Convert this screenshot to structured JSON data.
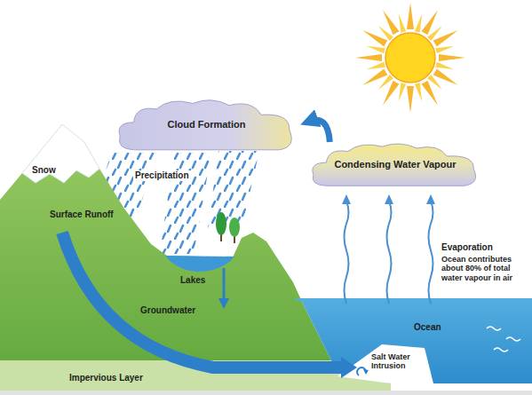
{
  "diagram": {
    "nodes": [
      {
        "text": [
          "Cloud Formation"
        ]
      },
      {
        "text": [
          "Condensing Water Vapour"
        ]
      }
    ],
    "edges": [
      {
        "from": 1,
        "to": 0,
        "arrow": "to"
      }
    ],
    "labels": [
      "Snow",
      "Precipitation",
      "Surface Runoff",
      "Lakes",
      "Groundwater",
      "Impervious Layer",
      "Salt Water Intrusion",
      "Ocean",
      "Evaporation",
      "Ocean contributes about 80% of total water vapour in air"
    ]
  }
}
